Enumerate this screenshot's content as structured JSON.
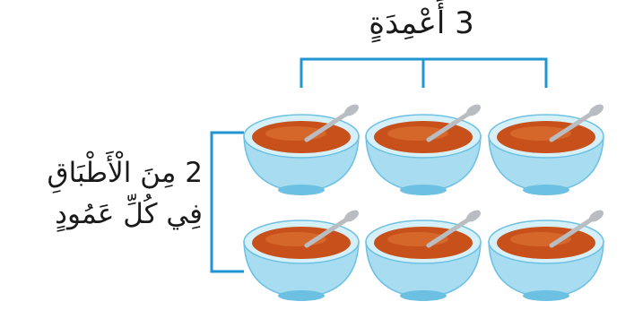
{
  "labels": {
    "columns": "3 أَعْمِدَةٍ",
    "rows_line1": "2 مِنَ الْأَطْبَاقِ",
    "rows_line2": "فِي كُلِّ عَمُودٍ"
  },
  "grid": {
    "columns": 3,
    "rows": 2,
    "item": "soup-bowl"
  },
  "colors": {
    "bracket": "#1f95d1",
    "bowl_outer": "#a8dcf0",
    "bowl_rim": "#d6f0fa",
    "bowl_shadow": "#6cc0e2",
    "soup": "#c8501a",
    "soup_highlight": "#e07a3a",
    "spoon": "#b9bcc0"
  }
}
